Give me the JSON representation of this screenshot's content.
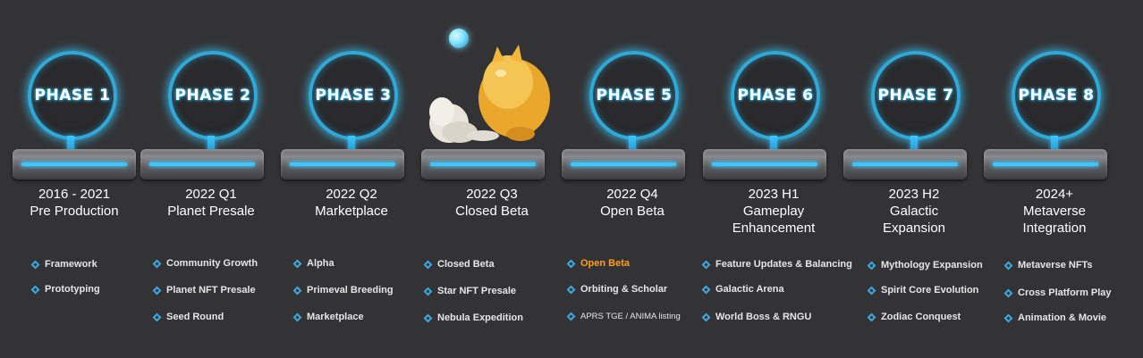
{
  "phases": [
    {
      "badge": "PHASE 1",
      "lines": [
        "2016 - 2021",
        "Pre Production"
      ],
      "items": [
        {
          "text": "Framework"
        },
        {
          "text": "Prototyping"
        }
      ]
    },
    {
      "badge": "PHASE 2",
      "lines": [
        "2022 Q1",
        "Planet  Presale"
      ],
      "items": [
        {
          "text": "Community Growth"
        },
        {
          "text": "Planet NFT Presale"
        },
        {
          "text": "Seed Round"
        }
      ]
    },
    {
      "badge": "PHASE 3",
      "lines": [
        "2022 Q2",
        "Marketplace"
      ],
      "items": [
        {
          "text": "Alpha"
        },
        {
          "text": "Primeval Breeding"
        },
        {
          "text": "Marketplace"
        }
      ]
    },
    {
      "badge": "",
      "lines": [
        "2022 Q3",
        "Closed Beta"
      ],
      "items": [
        {
          "text": "Closed Beta"
        },
        {
          "text": "Star NFT Presale"
        },
        {
          "text": "Nebula Expedition"
        }
      ]
    },
    {
      "badge": "PHASE 5",
      "lines": [
        "2022 Q4",
        "Open Beta"
      ],
      "items": [
        {
          "text": "Open Beta",
          "highlight": true
        },
        {
          "text": "Orbiting & Scholar"
        },
        {
          "text": "APRS TGE / ANIMA listing",
          "small": true
        }
      ]
    },
    {
      "badge": "PHASE 6",
      "lines": [
        "2023 H1",
        "Gameplay",
        "Enhancement"
      ],
      "items": [
        {
          "text": "Feature Updates & Balancing"
        },
        {
          "text": "Galactic Arena"
        },
        {
          "text": "World Boss & RNGU"
        }
      ]
    },
    {
      "badge": "PHASE 7",
      "lines": [
        "2023 H2",
        "Galactic",
        "Expansion"
      ],
      "items": [
        {
          "text": "Mythology Expansion"
        },
        {
          "text": "Spirit Core Evolution"
        },
        {
          "text": "Zodiac Conquest"
        }
      ]
    },
    {
      "badge": "PHASE 8",
      "lines": [
        "2024+",
        "Metaverse",
        "Integration"
      ],
      "items": [
        {
          "text": "Metaverse NFTs"
        },
        {
          "text": "Cross Platform Play"
        },
        {
          "text": "Animation & Movie"
        }
      ]
    }
  ],
  "colors": {
    "accent": "#3fc6ff",
    "highlight": "#ff9f1a",
    "background": "#333335"
  },
  "icons": {
    "bullet": "diamond-bullet-icon"
  }
}
